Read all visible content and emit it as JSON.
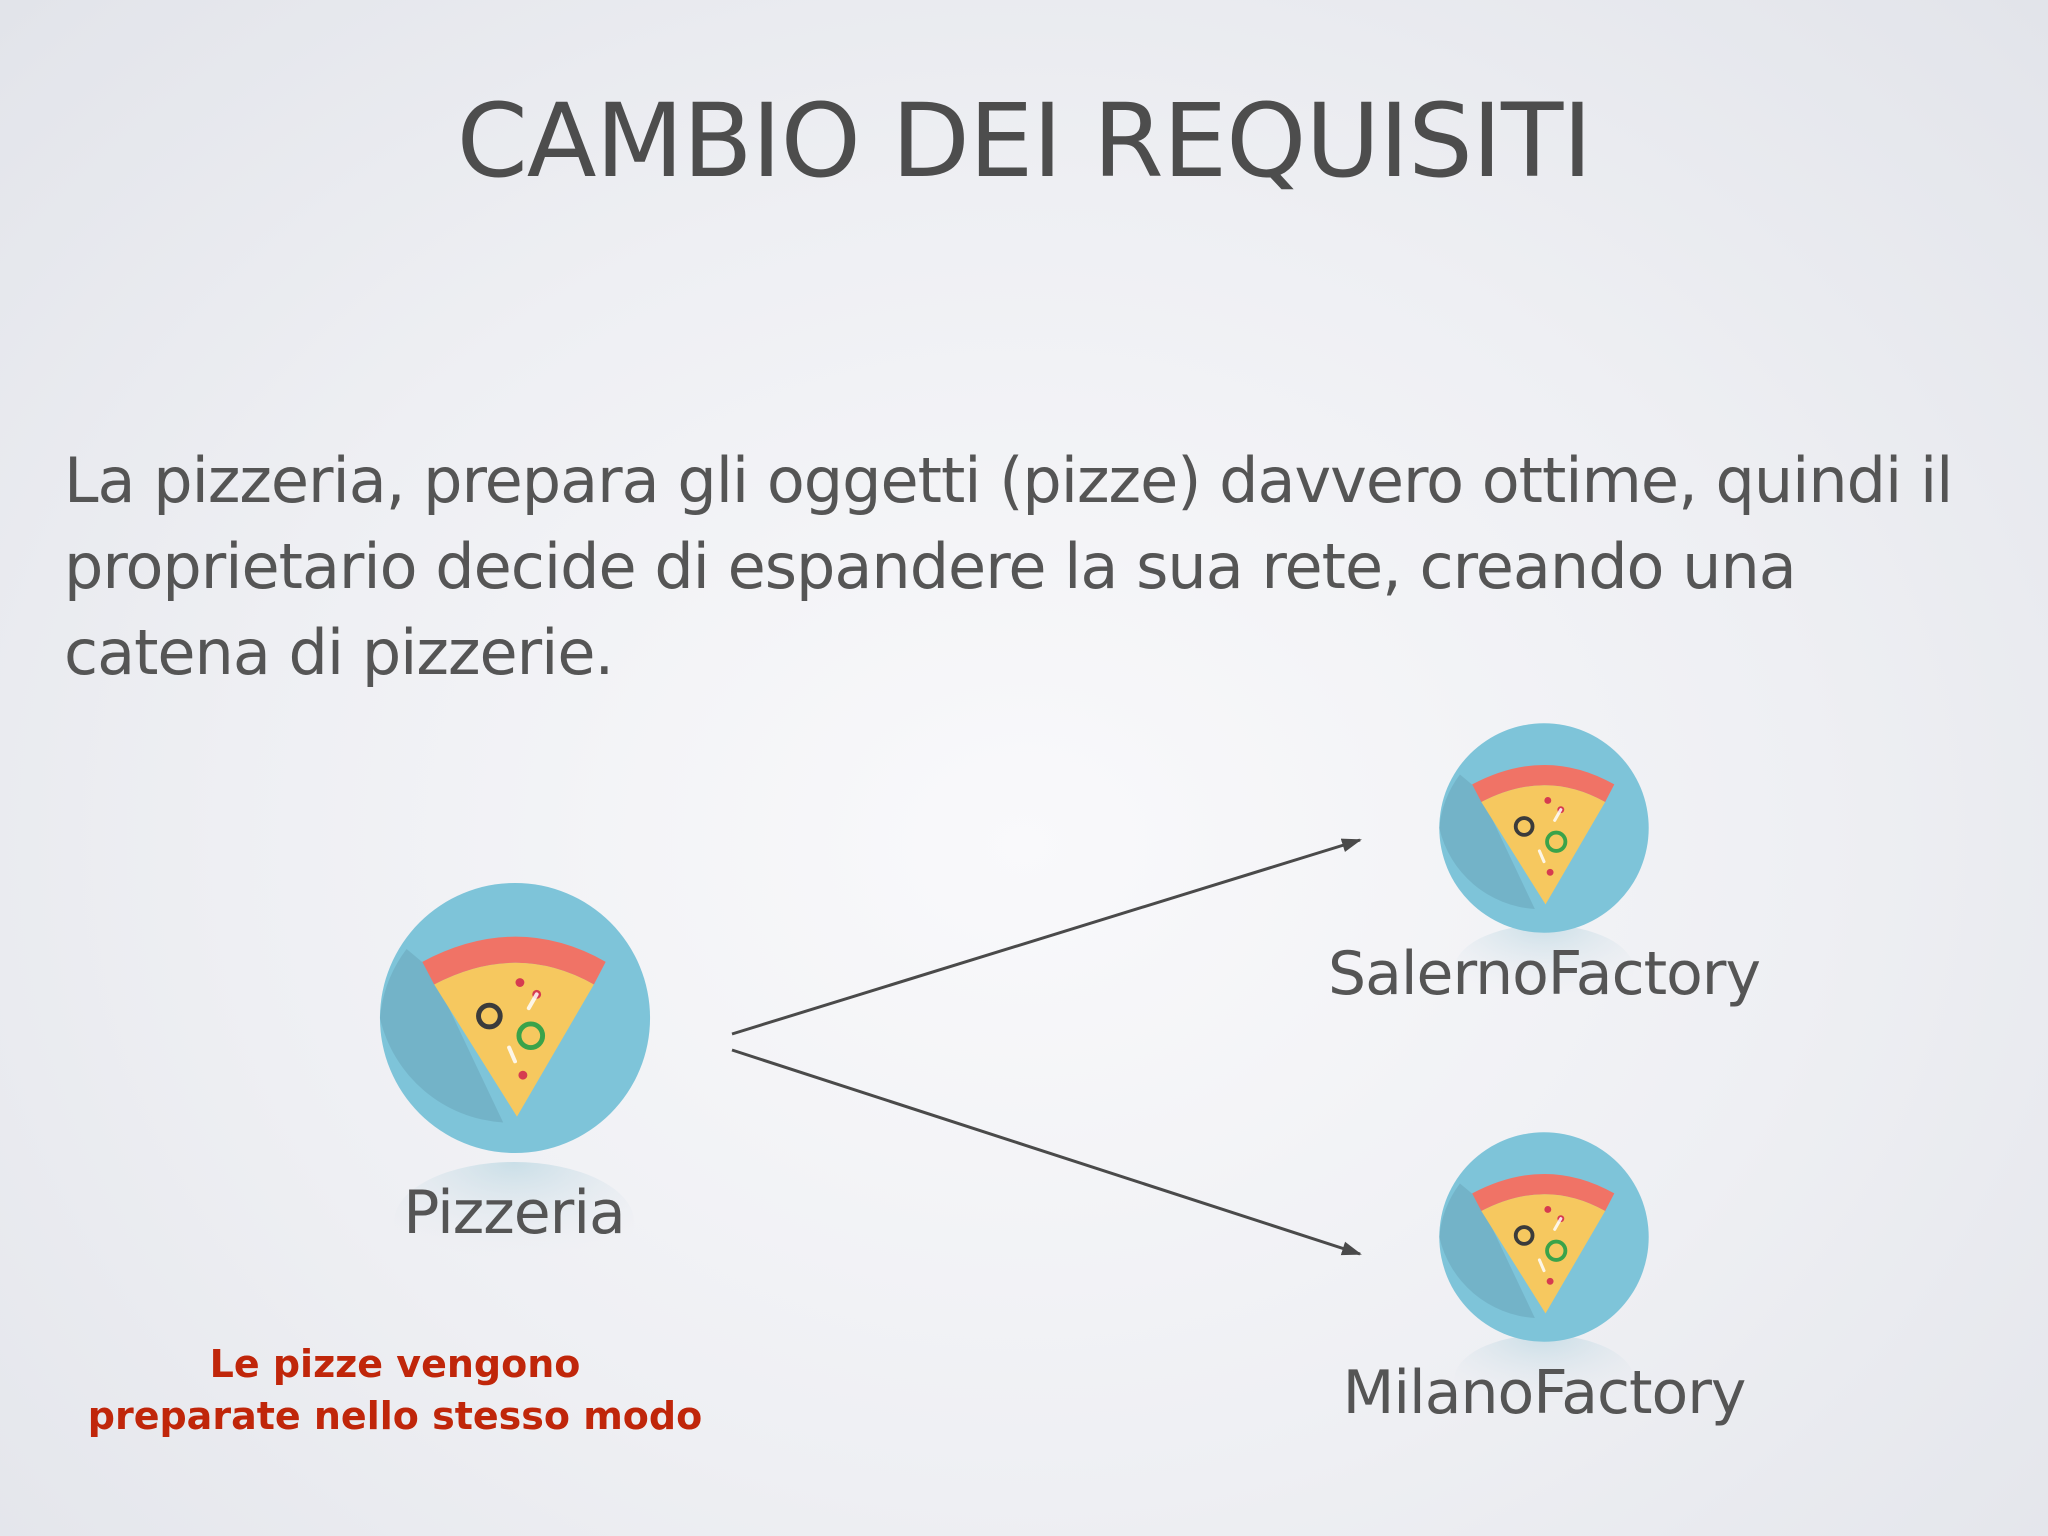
{
  "title": "CAMBIO DEI REQUISITI",
  "body_text": "La pizzeria, prepara gli oggetti (pizze) davvero ottime, quindi il proprietario decide di espandere la sua rete, creando una catena di pizzerie.",
  "nodes": {
    "pizzeria": {
      "label": "Pizzeria",
      "icon": "pizza-slice-icon"
    },
    "salerno": {
      "label": "SalernoFactory",
      "icon": "pizza-slice-icon"
    },
    "milano": {
      "label": "MilanoFactory",
      "icon": "pizza-slice-icon"
    }
  },
  "note": {
    "line1": "Le pizze vengono",
    "line2": "preparate nello stesso modo"
  },
  "colors": {
    "title": "#4d4d4d",
    "text": "#555555",
    "note": "#c0260a",
    "icon_circle": "#7ec4d9",
    "icon_shadow": "#6aa6ba",
    "crust": "#f07366",
    "cheese": "#f6c85f",
    "arrow": "#4a4a4a"
  }
}
